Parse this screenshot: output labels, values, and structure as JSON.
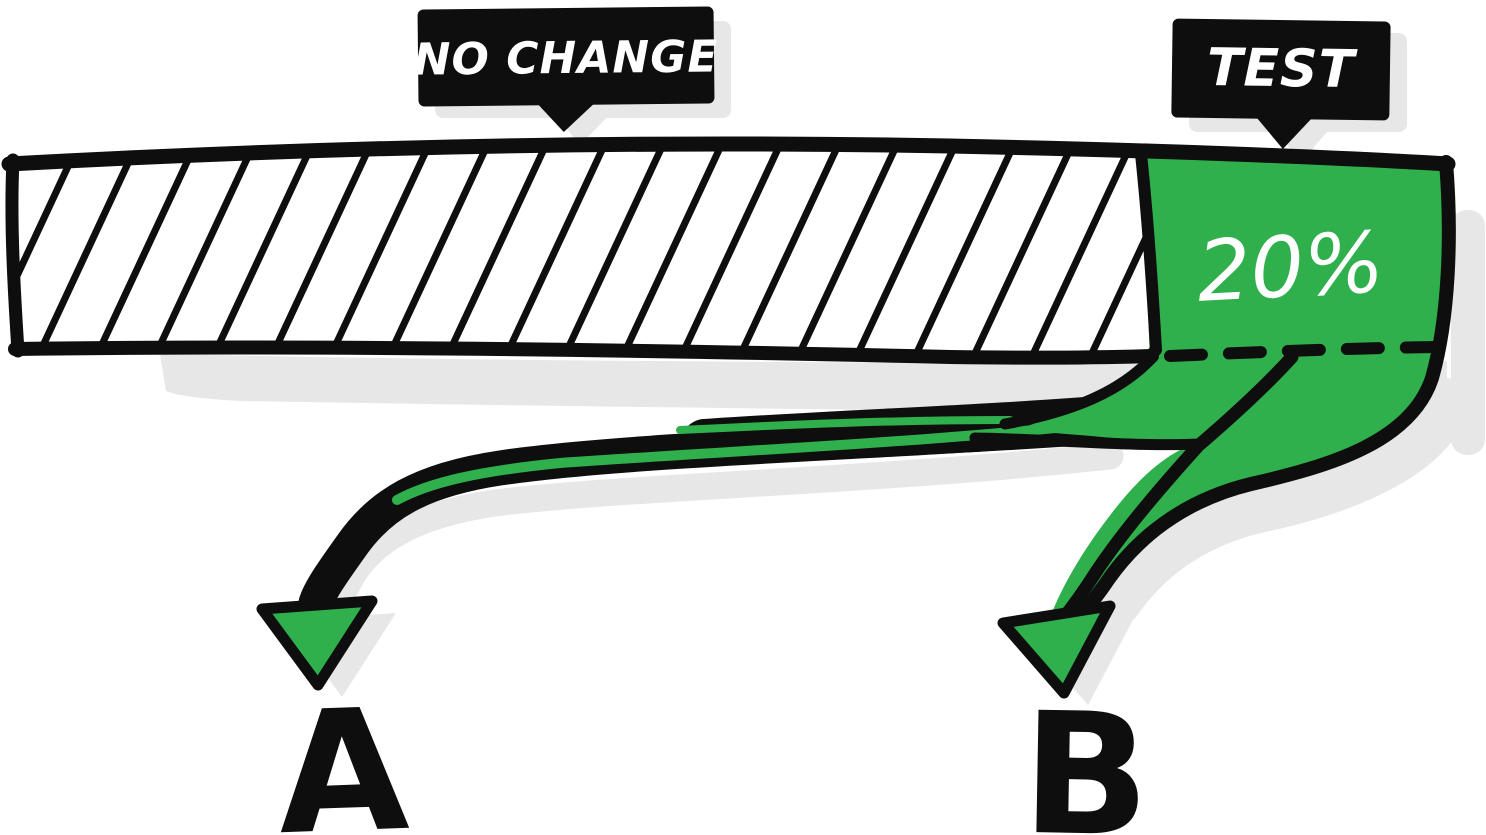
{
  "illustration": {
    "kind": "hand-drawn A/B test traffic split",
    "bubbles": {
      "no_change": "NO CHANGE",
      "test": "TEST"
    },
    "bar": {
      "segments": [
        {
          "id": "control",
          "label": "NO CHANGE",
          "fill": "hatched"
        },
        {
          "id": "test",
          "label": "TEST",
          "fill": "green",
          "share_label": "20%"
        }
      ]
    },
    "share_label": "20%",
    "branches": {
      "a": "A",
      "b": "B"
    },
    "colors": {
      "green": "#2fb04c",
      "ink": "#0e0e0e",
      "shadow": "#e7e7e7",
      "bubble_background": "#0b0b0b",
      "bubble_text": "#ffffff"
    }
  }
}
